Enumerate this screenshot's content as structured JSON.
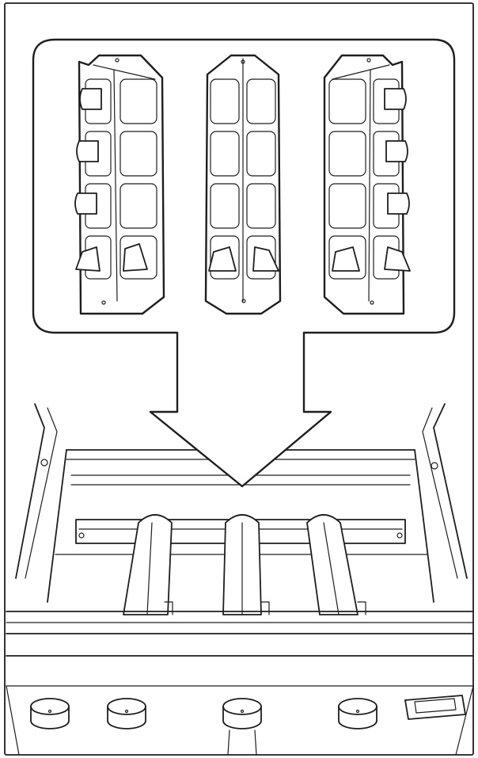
{
  "diagram": {
    "type": "assembly-illustration",
    "parts": [
      "flavorizer-bar-left",
      "flavorizer-bar-center",
      "flavorizer-bar-right"
    ],
    "assembly_target": "grill-burner-tubes",
    "burner_count": 3,
    "control_knob_count": 4,
    "colors": {
      "line": "#1e1e1e",
      "background": "#ffffff"
    }
  }
}
